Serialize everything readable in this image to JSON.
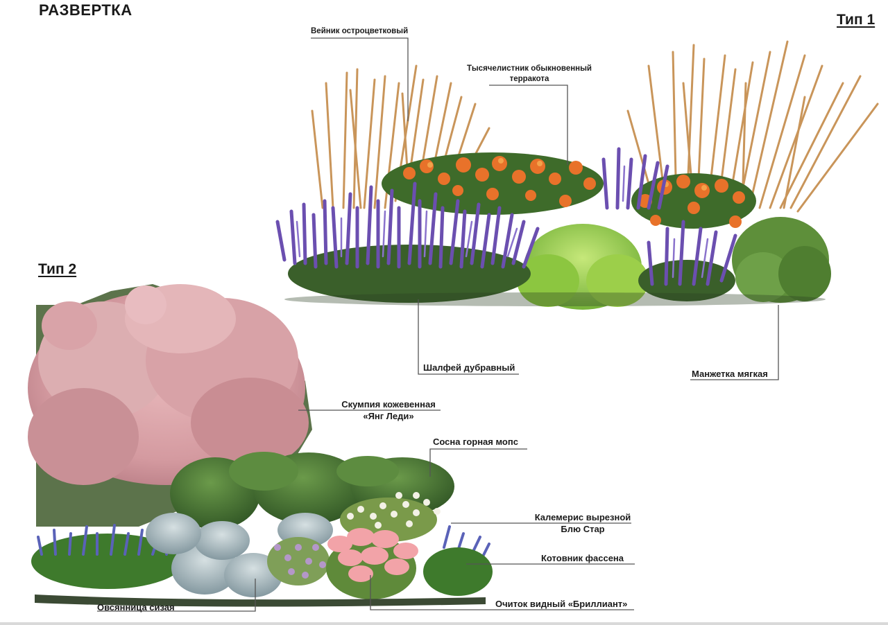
{
  "page": {
    "title": "РАЗВЕРТКА"
  },
  "type1": {
    "label": "Тип 1",
    "plants": {
      "reed_grass": "Вейник остроцветковый",
      "yarrow_line1": "Тысячелистник обыкновенный",
      "yarrow_line2": "терракота",
      "sage": "Шалфей дубравный",
      "lady_mantle": "Манжетка мягкая"
    }
  },
  "type2": {
    "label": "Тип 2",
    "plants": {
      "smoke_tree_line1": "Скумпия кожевенная",
      "smoke_tree_line2": "«Янг Леди»",
      "mugo_pine": "Сосна горная мопс",
      "kalimeris_line1": "Калемерис вырезной",
      "kalimeris_line2": "Блю Стар",
      "catmint": "Котовник фассена",
      "sedum": "Очиток видный «Бриллиант»",
      "fescue": "Овсянница сизая"
    }
  },
  "colors": {
    "leader_line": "#555555",
    "reed_grass": "#c9955a",
    "yarrow": "#e8722a",
    "sage": "#6b4fb0",
    "lady_mantle": "#9ccf4a",
    "smoke_tree": "#d9a3a8",
    "pine": "#3f6e2e",
    "fescue": "#9fb1b8",
    "sedum": "#f2a3a8"
  }
}
